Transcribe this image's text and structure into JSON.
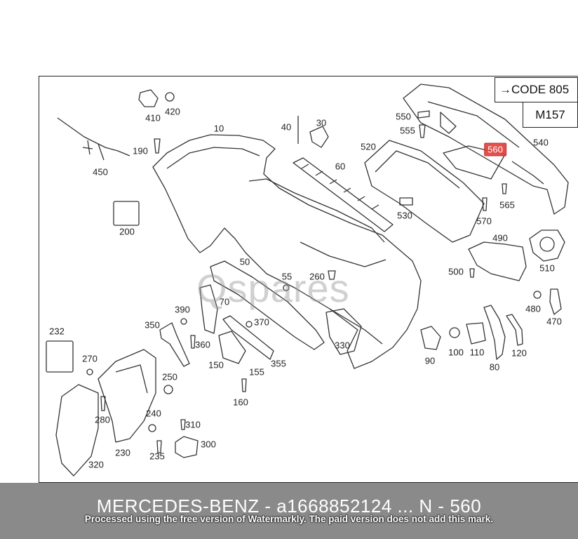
{
  "header": {
    "code_label": "→CODE 805",
    "model_label": "M157"
  },
  "callouts": {
    "c10": "10",
    "c30": "30",
    "c40": "40",
    "c50": "50",
    "c55": "55",
    "c60": "60",
    "c70": "70",
    "c80": "80",
    "c90": "90",
    "c100": "100",
    "c110": "110",
    "c120": "120",
    "c150": "150",
    "c155": "155",
    "c160": "160",
    "c190": "190",
    "c200": "200",
    "c230": "230",
    "c232": "232",
    "c235": "235",
    "c240": "240",
    "c250": "250",
    "c260": "260",
    "c270": "270",
    "c280": "280",
    "c300": "300",
    "c310": "310",
    "c320": "320",
    "c330": "330",
    "c350": "350",
    "c355": "355",
    "c360": "360",
    "c370": "370",
    "c390": "390",
    "c410": "410",
    "c420": "420",
    "c450": "450",
    "c470": "470",
    "c480": "480",
    "c490": "490",
    "c500": "500",
    "c510": "510",
    "c520": "520",
    "c530": "530",
    "c540": "540",
    "c550": "550",
    "c555": "555",
    "c560": "560",
    "c565": "565",
    "c570": "570"
  },
  "highlight_color": "#e0423f",
  "watermark_logo": "Qspares",
  "footer": {
    "title": "MERCEDES-BENZ - a1668852124 ... N - 560",
    "notice": "Processed using the free version of Watermarkly. The paid version does not add this mark."
  }
}
